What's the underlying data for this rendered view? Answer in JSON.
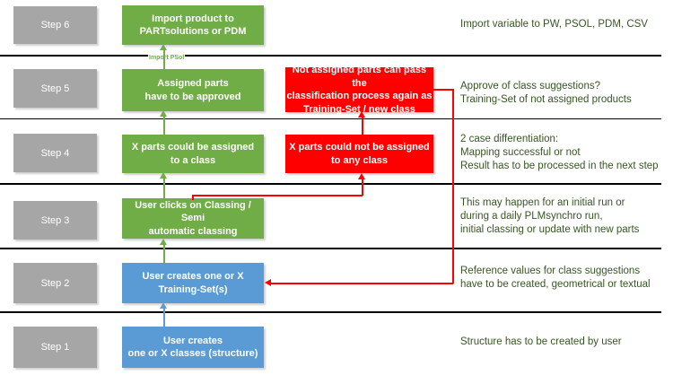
{
  "rows": [
    {
      "step": "Step 6",
      "box": "Import product to\nPARTsolutions or PDM",
      "note": "Import variable to  PW, PSOL, PDM, CSV"
    },
    {
      "step": "Step 5",
      "box": "Assigned parts\nhave to be approved",
      "alt_box": "Not assigned parts can pass the\nclassification process again as\nTraining-Set / new class",
      "note": "Approve of class suggestions?\nTraining-Set of not assigned products"
    },
    {
      "step": "Step 4",
      "box": "X parts could be assigned\nto a class",
      "alt_box": "X parts could not be assigned\nto any class",
      "note": "2 case differentiation:\nMapping successful or not\nResult has to be processed in the next step"
    },
    {
      "step": "Step 3",
      "box": "User clicks on Classing / Semi\nautomatic classing",
      "note": "This may happen for an initial run or\nduring a daily PLMsynchro run,\ninitial classing or update with new parts"
    },
    {
      "step": "Step 2",
      "box": "User creates one or X\nTraining-Set(s)",
      "note": "Reference values for class suggestions\nhave to be created, geometrical or textual"
    },
    {
      "step": "Step 1",
      "box": "User creates\none or X classes (structure)",
      "note": "Structure has to be created by user"
    }
  ],
  "connectors": {
    "import_label": "Import PSol"
  },
  "colors": {
    "green": "#70AD47",
    "blue": "#5B9BD5",
    "red": "#FF0000",
    "gray": "#A6A6A6",
    "note": "#375623",
    "line": "#000000"
  }
}
